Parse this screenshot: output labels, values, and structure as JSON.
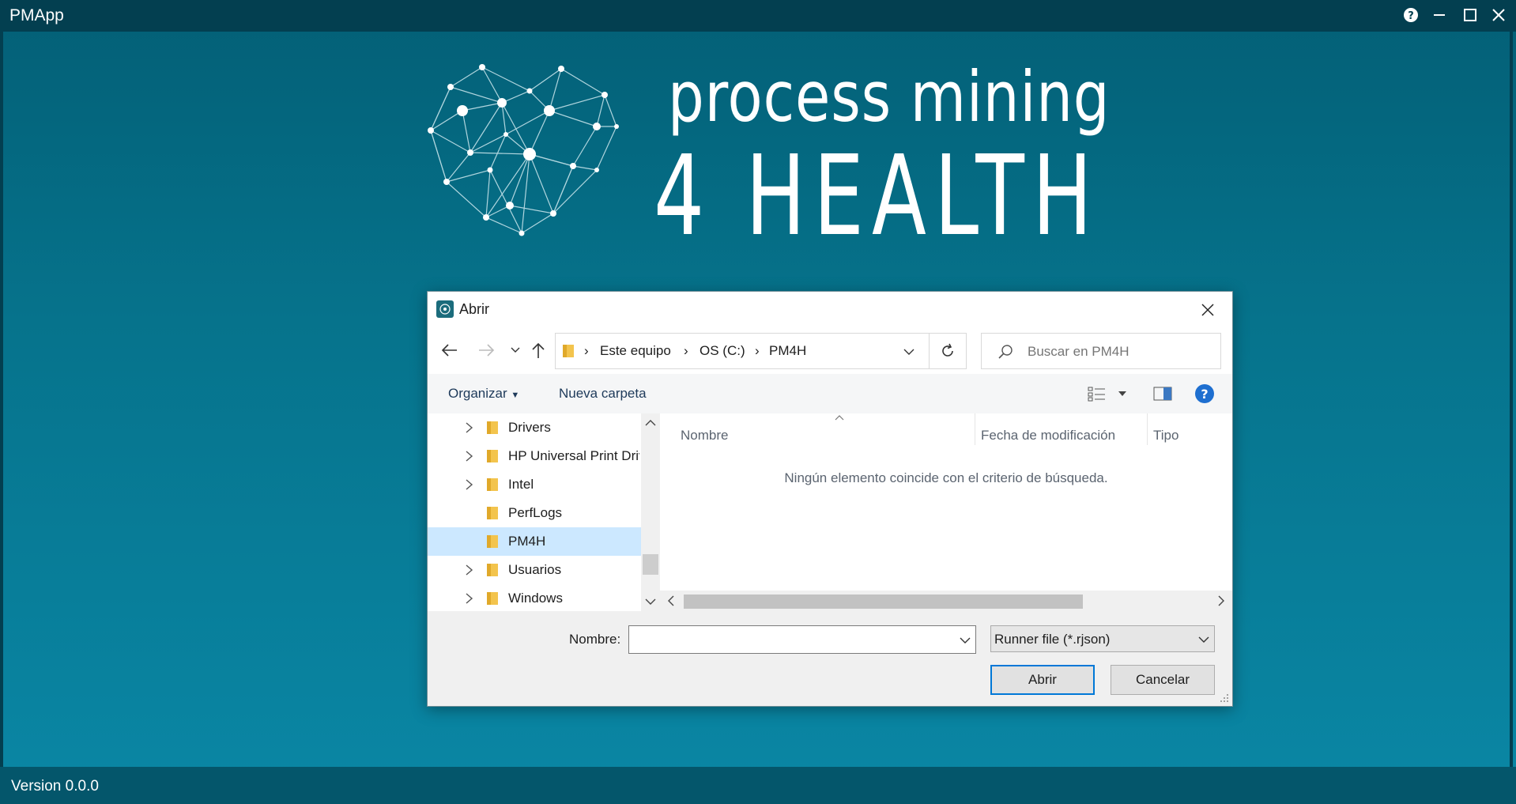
{
  "app": {
    "title": "PMApp",
    "version": "Version 0.0.0"
  },
  "logo": {
    "line1": "process mining",
    "line2": "4 HEALTH"
  },
  "dialog": {
    "title": "Abrir",
    "address": {
      "crumbs": [
        "Este equipo",
        "OS (C:)",
        "PM4H"
      ]
    },
    "search": {
      "placeholder": "Buscar en PM4H"
    },
    "toolbar": {
      "organize": "Organizar",
      "new_folder": "Nueva carpeta"
    },
    "tree": [
      {
        "label": "Drivers",
        "expandable": true,
        "selected": false
      },
      {
        "label": "HP Universal Print Driver",
        "expandable": true,
        "selected": false
      },
      {
        "label": "Intel",
        "expandable": true,
        "selected": false
      },
      {
        "label": "PerfLogs",
        "expandable": false,
        "selected": false
      },
      {
        "label": "PM4H",
        "expandable": false,
        "selected": true
      },
      {
        "label": "Usuarios",
        "expandable": true,
        "selected": false
      },
      {
        "label": "Windows",
        "expandable": true,
        "selected": false
      }
    ],
    "columns": [
      "Nombre",
      "Fecha de modificación",
      "Tipo"
    ],
    "empty_message": "Ningún elemento coincide con el criterio de búsqueda.",
    "filename_label": "Nombre:",
    "filename_value": "",
    "filter_value": "Runner file (*.rjson)",
    "open_button": "Abrir",
    "cancel_button": "Cancelar"
  },
  "colors": {
    "titlebar": "#033f50",
    "background": "#06738c",
    "accent": "#0078d7",
    "selection": "#cce8ff"
  }
}
